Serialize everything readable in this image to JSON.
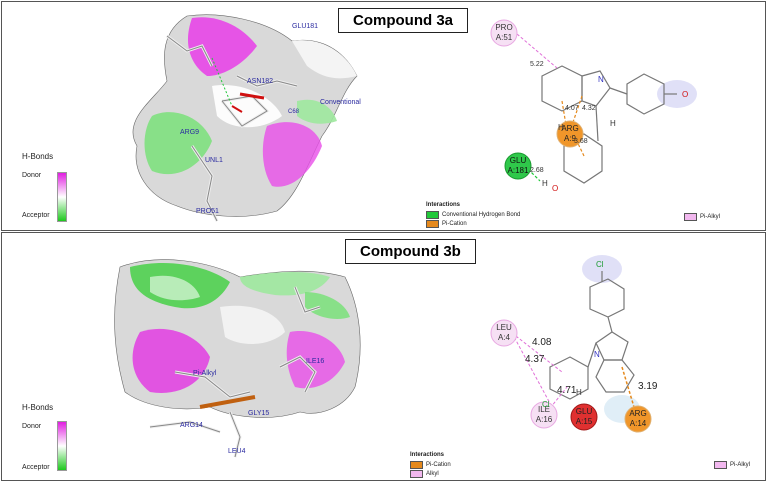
{
  "panel_a": {
    "title": "Compound 3a",
    "residue_labels_3d": [
      "GLU181",
      "ASN182",
      "ARG9",
      "UNL1",
      "PRO51",
      "Conventional",
      "C68"
    ],
    "hbonds": {
      "title": "H-Bonds",
      "donor": "Donor",
      "acceptor": "Acceptor"
    },
    "residues_2d": [
      {
        "name": "PRO",
        "chain": "A:51"
      },
      {
        "name": "ARG",
        "chain": "A:9"
      },
      {
        "name": "GLU",
        "chain": "A:181"
      }
    ],
    "distances": [
      "5.22",
      "4.07",
      "4.32",
      "3.68",
      "2.68"
    ],
    "atoms": {
      "n": "N",
      "h1": "H",
      "h2": "H",
      "h3": "H",
      "o1": "O",
      "o2": "O"
    },
    "legend": {
      "heading": "Interactions",
      "items": [
        "Conventional Hydrogen Bond",
        "Pi-Cation"
      ],
      "right_item": "Pi-Alkyl"
    },
    "colors": {
      "hbond": "#22c83a",
      "pi_cation": "#e5891c",
      "pi_alkyl": "#f2b8ef"
    }
  },
  "panel_b": {
    "title": "Compound 3b",
    "residue_labels_3d": [
      "ARG14",
      "GLY15",
      "LEU4",
      "ILE16",
      "Pi-Alkyl"
    ],
    "hbonds": {
      "title": "H-Bonds",
      "donor": "Donor",
      "acceptor": "Acceptor"
    },
    "residues_2d": [
      {
        "name": "LEU",
        "chain": "A:4"
      },
      {
        "name": "ILE",
        "chain": "A:16"
      },
      {
        "name": "GLU",
        "chain": "A:15"
      },
      {
        "name": "ARG",
        "chain": "A:14"
      }
    ],
    "distances": [
      "4.08",
      "4.37",
      "4.71",
      "3.19"
    ],
    "atoms": {
      "cl1": "Cl",
      "cl2": "Cl",
      "n": "N",
      "h": "H"
    },
    "legend": {
      "heading": "Interactions",
      "items": [
        "Pi-Cation",
        "Alkyl"
      ],
      "right_item": "Pi-Alkyl"
    },
    "colors": {
      "pi_cation": "#e5891c",
      "alkyl": "#f2b8ef",
      "pi_alkyl": "#f2b8ef"
    }
  }
}
